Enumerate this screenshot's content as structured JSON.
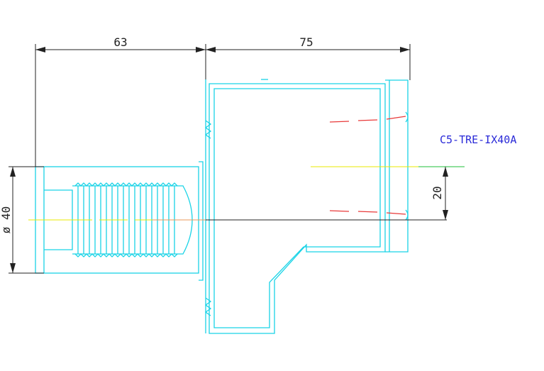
{
  "dimensions": {
    "length_left": "63",
    "length_right": "75",
    "diameter": "ø 40",
    "offset": "20"
  },
  "part_label": "C5-TRE-IX40A",
  "colors": {
    "outline": "#19d3e6",
    "dimension": "#222222",
    "center_line": "#e8e800",
    "hidden_line": "#e83a3a",
    "label": "#2a2ad8",
    "ref_line": "#1fbf3a"
  }
}
